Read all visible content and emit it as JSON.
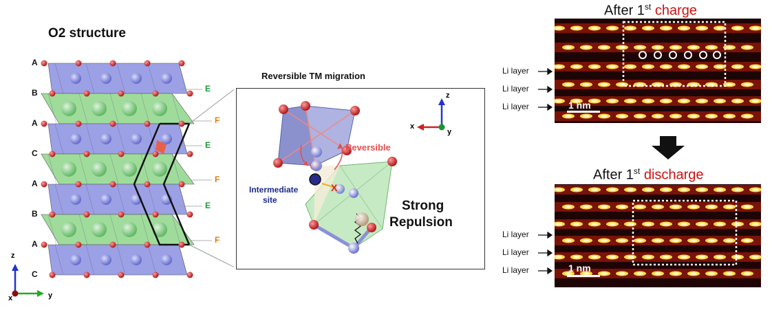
{
  "stack": {
    "title": "O2 structure",
    "layers": [
      "A",
      "B",
      "A",
      "C",
      "A",
      "B",
      "A",
      "C"
    ],
    "right_labels": [
      "E",
      "F",
      "E",
      "F",
      "E",
      "F"
    ],
    "axes": {
      "z": "z",
      "x": "x",
      "y": "y"
    }
  },
  "migration": {
    "title": "Reversible TM migration",
    "reversible_label": "Reversible",
    "intermediate_label_1": "Intermediate",
    "intermediate_label_2": "site",
    "cross_label": "X",
    "repulsion_line1": "Strong",
    "repulsion_line2": "Repulsion",
    "axes": {
      "z": "z",
      "x": "x",
      "y": "y"
    }
  },
  "stem_charge": {
    "prefix": "After 1",
    "sup": "st",
    "state": "charge",
    "scale": "1 nm",
    "li_labels": [
      "Li layer",
      "Li layer",
      "Li layer"
    ]
  },
  "stem_discharge": {
    "prefix": "After 1",
    "sup": "st",
    "state": "discharge",
    "scale": "1 nm",
    "li_labels": [
      "Li layer",
      "Li layer",
      "Li layer"
    ]
  },
  "colors": {
    "blue_layer": "#8b8fe0",
    "green_layer": "#8ed68a",
    "oxygen": "#d23a3a",
    "label_green": "#1a9a3a",
    "label_orange": "#e07b10",
    "accent_red": "#cc1111"
  }
}
